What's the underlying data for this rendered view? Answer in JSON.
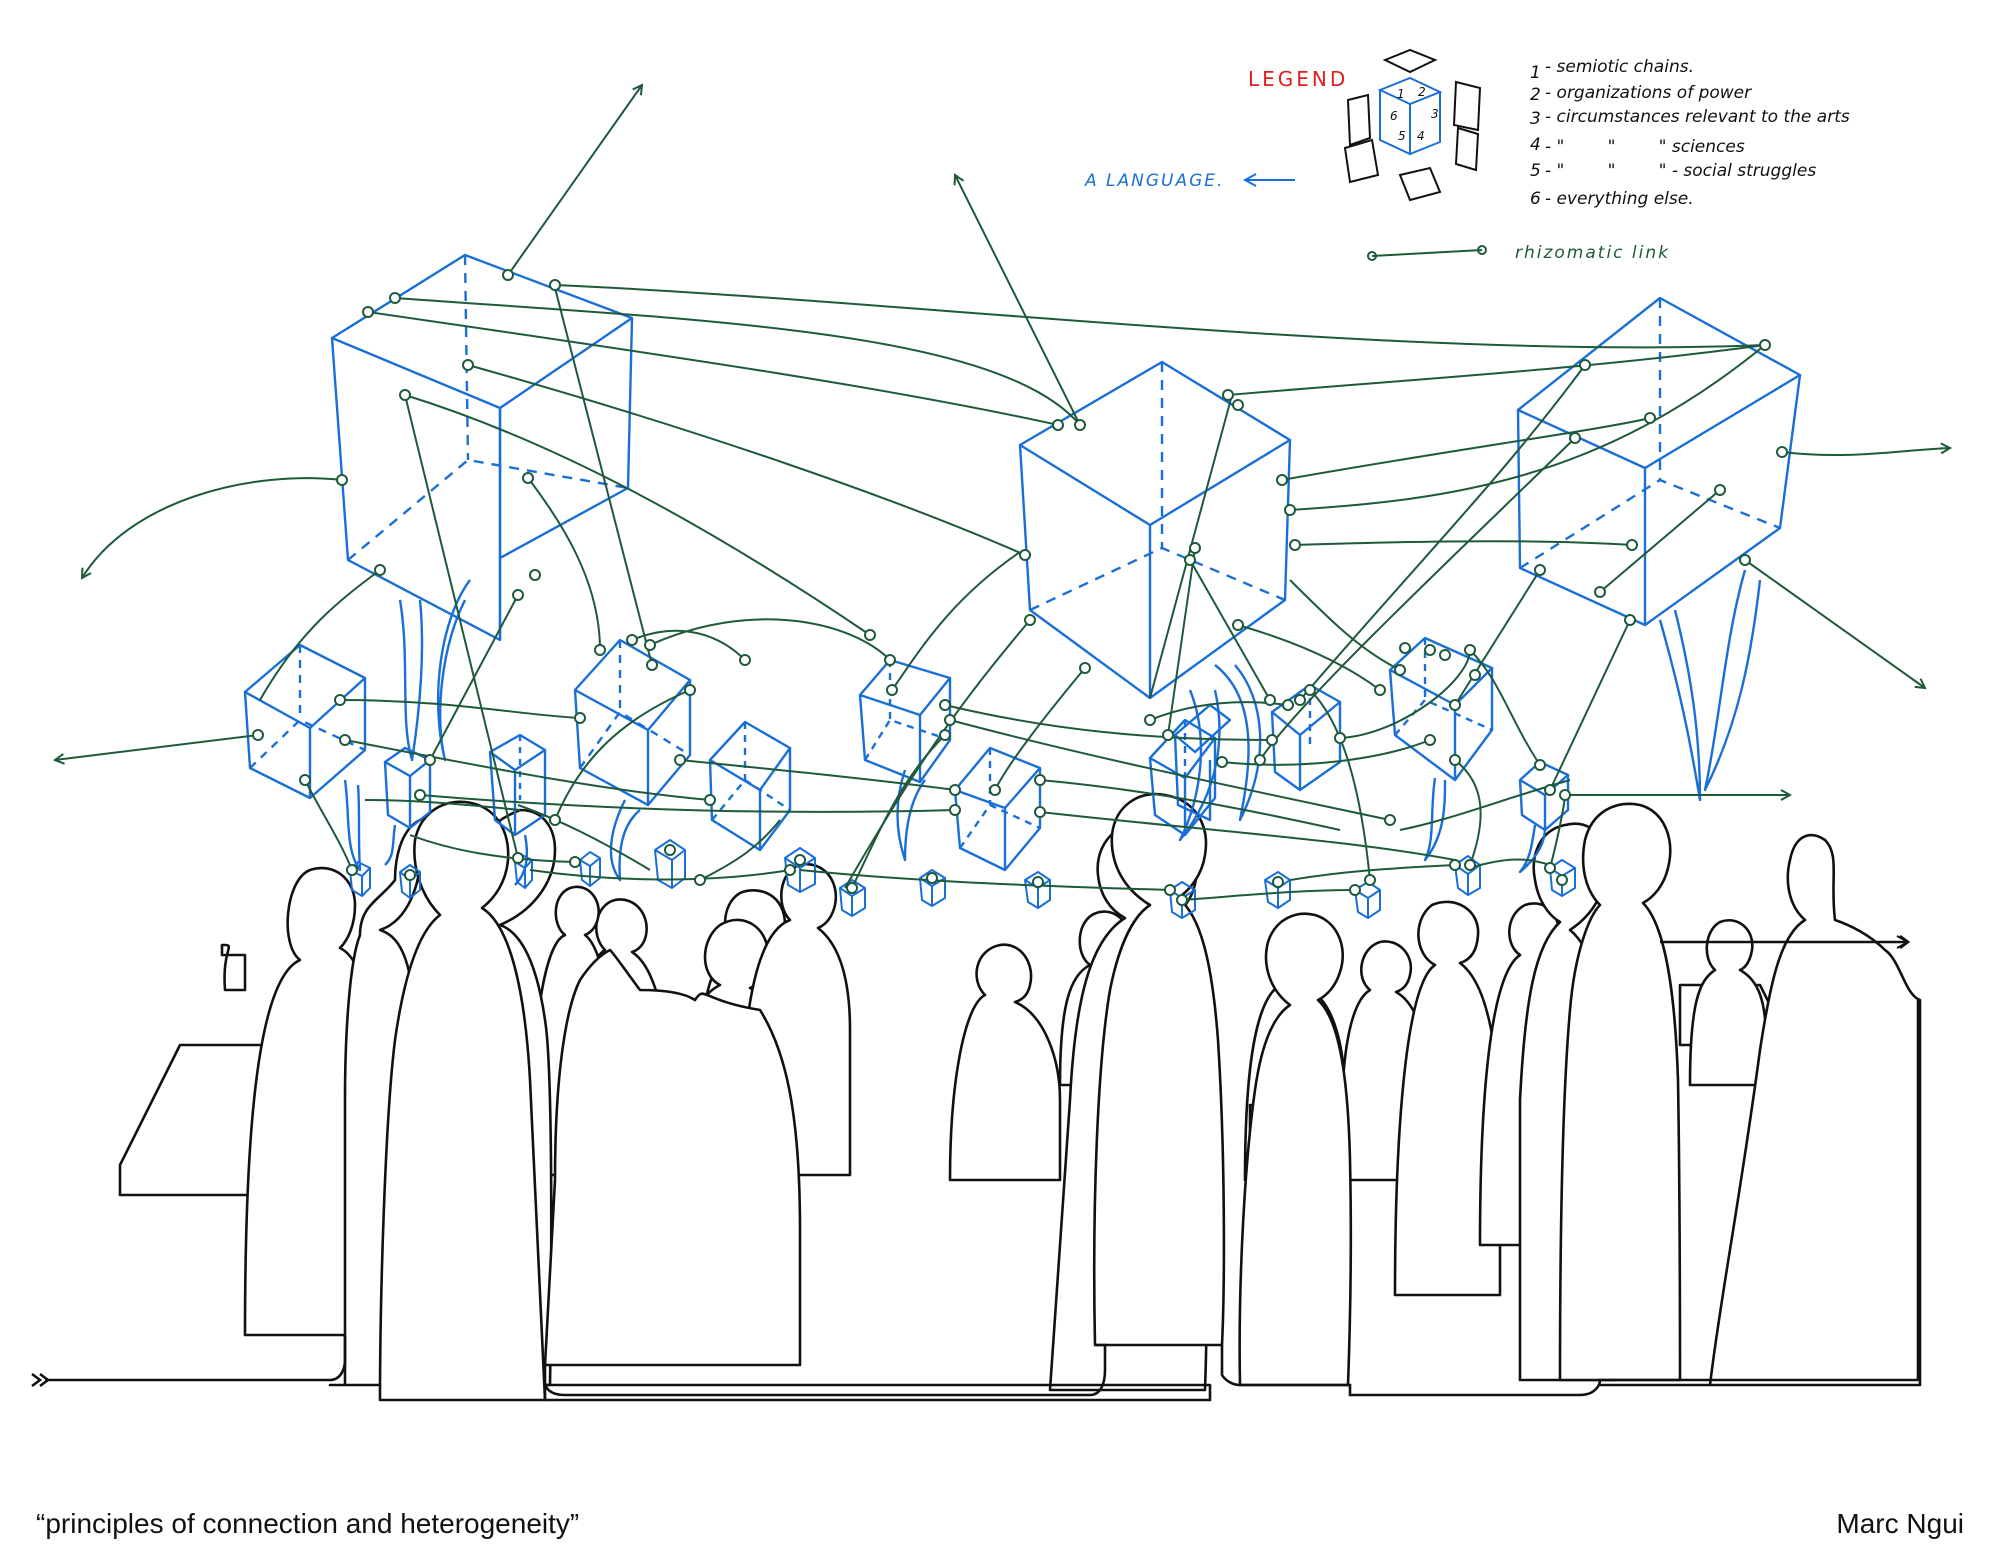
{
  "caption": {
    "title": "“principles of connection and heterogeneity”",
    "author": "Marc Ngui"
  },
  "legend": {
    "heading": "LEGEND",
    "language_label": "A LANGUAGE.",
    "cube_faces": [
      "1",
      "2",
      "3",
      "4",
      "5",
      "6"
    ],
    "items": [
      {
        "num": "1",
        "text": "- semiotic chains."
      },
      {
        "num": "2",
        "text": "- organizations of power"
      },
      {
        "num": "3",
        "text": "- circumstances relevant to the arts"
      },
      {
        "num": "4",
        "text": "- \"        \"        \" sciences"
      },
      {
        "num": "5",
        "text": "- \"        \"        \" - social struggles"
      },
      {
        "num": "6",
        "text": "- everything else."
      }
    ],
    "link_label": "rhizomatic link"
  },
  "colors": {
    "cube_blue": "#1a6fd6",
    "link_green": "#1e5a3a",
    "legend_red": "#e02020",
    "silhouette_black": "#111111"
  }
}
